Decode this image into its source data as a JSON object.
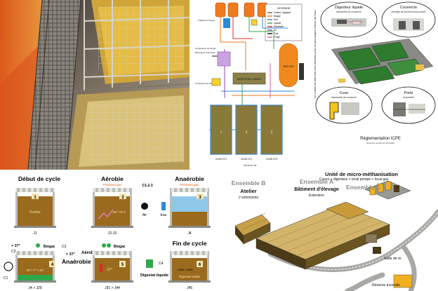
{
  "schematic": {
    "legend_title": "LEGENDE",
    "legend_items": [
      "Fumier / digestat",
      "Biogaz",
      "Eau",
      "Liquide",
      "Électricité",
      "Air",
      "Fuel",
      "Purge"
    ],
    "biogaz_label": "BIOGAZ",
    "digester_label": "DIGESTEUR LIQUIDE",
    "cuve_labels": [
      "CUVE N°1",
      "CUVE N°2",
      "CUVE N°3"
    ],
    "bottom_caption": "Circuit de l'air",
    "left_notes": [
      "Traitement biogaz",
      "Combustion du biogaz",
      "Échangeur thermique",
      "Production de chaleur"
    ],
    "stage_numbers": [
      "1",
      "2",
      "3"
    ]
  },
  "icpe": {
    "callouts": [
      {
        "title": "Digesteur liquide",
        "sub": "étanchéité du couvercle"
      },
      {
        "title": "Couvercle",
        "sub": "arrimage de la trémie anti-poussée"
      },
      {
        "title": "Cuve",
        "sub": "étanchéité de couvercle"
      },
      {
        "title": "Porte",
        "sub": "étanchéité"
      }
    ],
    "side_text": "Le couvercle doit être bien étanche pour ne pas risquer d'avoir de l'eau",
    "caption": "Réglementation ICPE",
    "caption_sub": "(Directive famille du 1/6 2009)"
  },
  "cycle": {
    "stages": [
      {
        "title": "Début de cycle",
        "num": "1",
        "inner": "Fumier",
        "day": "J1"
      },
      {
        "title": "Aérobie",
        "subtitle": "Premiers gaz",
        "num": "2",
        "inner": "65°-75°C",
        "day": "J2-J3"
      },
      {
        "title": "Anaérobie",
        "subtitle": "Premiers gaz",
        "num": "3",
        "day": "J4"
      },
      {
        "title": "",
        "num": "4",
        "inner": "35°< T° < 40°",
        "day": "J4 > J29"
      },
      {
        "title": "",
        "num": "5",
        "inner": "37°",
        "day": "J31 > J44"
      },
      {
        "title": "Fin de cycle",
        "num": "6",
        "inner": "Digestat solide",
        "day": "J45"
      }
    ],
    "c123": "C1-2-3",
    "air": "Air",
    "eau": "Eau",
    "gt37_a": "> 37°",
    "gt37_b": "> 37°",
    "c3_a": "C3",
    "c3_b": "C3",
    "c1": "C1",
    "c4": "C4",
    "biogaz_a": "Biogaz",
    "biogaz_b": "Biogaz",
    "mid_anaerobie": "Anaérobie",
    "digestat_liquide": "Digestat liquide",
    "aerobie_side": "Aérobie"
  },
  "site": {
    "ensemble_b": "Ensemble B",
    "atelier": "Atelier",
    "atelier_sub": "2 extensions",
    "ensemble_a": "Ensemble A",
    "batiment": "Bâtiment d'élevage",
    "batiment_sub": "Extension",
    "unite_title": "Unité de micro-méthanisation",
    "unite_sub": "Cuves + digesteur + local pompe + local gaz",
    "ensemble_c": "Ensemble C",
    "salle_tri": "Salle de tri",
    "reserve": "Réserve incendie"
  },
  "colors": {
    "orange": "#f07a1e",
    "brown_fill": "#9a6a1e",
    "green": "#2ea84a",
    "structure": "#9a9a94"
  }
}
